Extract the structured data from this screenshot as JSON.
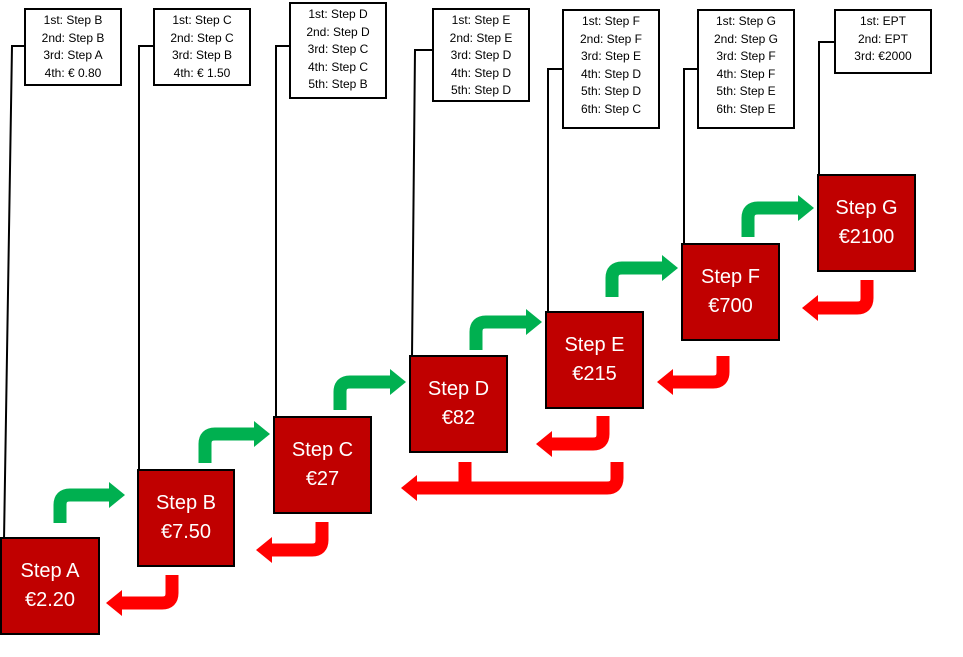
{
  "colors": {
    "step_fill": "#c00000",
    "up_arrow": "#00b050",
    "down_arrow": "#ff0000",
    "line": "#000000"
  },
  "steps": [
    {
      "name": "Step A",
      "price": "€2.20",
      "payouts": [
        "1st: Step B",
        "2nd: Step B",
        "3rd: Step A",
        "4th: € 0.80"
      ]
    },
    {
      "name": "Step B",
      "price": "€7.50",
      "payouts": [
        "1st: Step C",
        "2nd: Step C",
        "3rd: Step B",
        "4th: € 1.50"
      ]
    },
    {
      "name": "Step C",
      "price": "€27",
      "payouts": [
        "1st: Step D",
        "2nd: Step D",
        "3rd: Step C",
        "4th: Step C",
        "5th: Step B"
      ]
    },
    {
      "name": "Step D",
      "price": "€82",
      "payouts": [
        "1st: Step E",
        "2nd: Step E",
        "3rd: Step D",
        "4th: Step D",
        "5th: Step D"
      ]
    },
    {
      "name": "Step E",
      "price": "€215",
      "payouts": [
        "1st: Step F",
        "2nd: Step F",
        "3rd: Step E",
        "4th: Step D",
        "5th: Step D",
        "6th: Step C"
      ]
    },
    {
      "name": "Step F",
      "price": "€700",
      "payouts": [
        "1st: Step G",
        "2nd: Step G",
        "3rd: Step F",
        "4th: Step F",
        "5th: Step E",
        "6th: Step E"
      ]
    },
    {
      "name": "Step G",
      "price": "€2100",
      "payouts": [
        "1st: EPT",
        "2nd: EPT",
        "3rd: €2000"
      ]
    }
  ]
}
